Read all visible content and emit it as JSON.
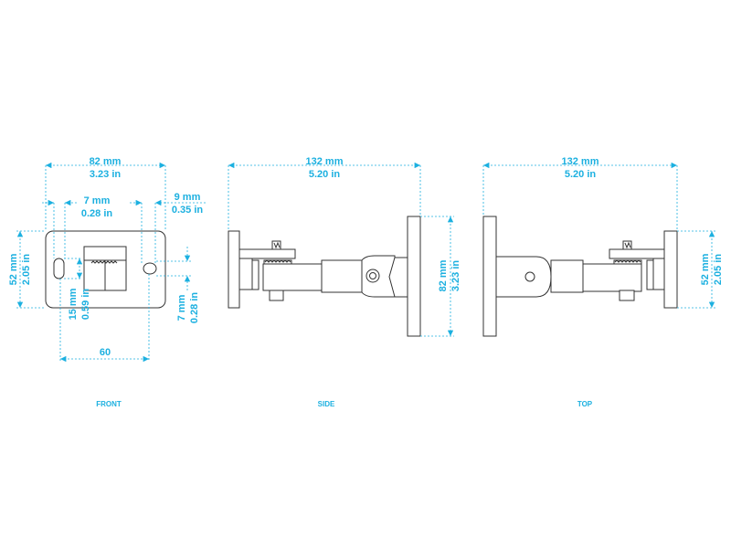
{
  "views": {
    "front": {
      "label": "FRONT",
      "width_mm": "82 mm",
      "width_in": "3.23 in",
      "slot_mm": "7 mm",
      "slot_in": "0.28 in",
      "edge_mm": "9 mm",
      "edge_in": "0.35 in",
      "height_mm": "52 mm",
      "height_in": "2.05 in",
      "slot_len_mm": "15 mm",
      "slot_len_in": "0.59 in",
      "hole_mm": "7 mm",
      "hole_in": "0.28 in",
      "spacing": "60"
    },
    "side": {
      "label": "SIDE",
      "length_mm": "132 mm",
      "length_in": "5.20 in",
      "plate_mm": "82 mm",
      "plate_in": "3.23 in"
    },
    "top": {
      "label": "TOP",
      "length_mm": "132 mm",
      "length_in": "5.20 in",
      "plate_mm": "52 mm",
      "plate_in": "2.05 in"
    }
  },
  "colors": {
    "dimension": "#1cb0e0",
    "outline": "#333333"
  }
}
